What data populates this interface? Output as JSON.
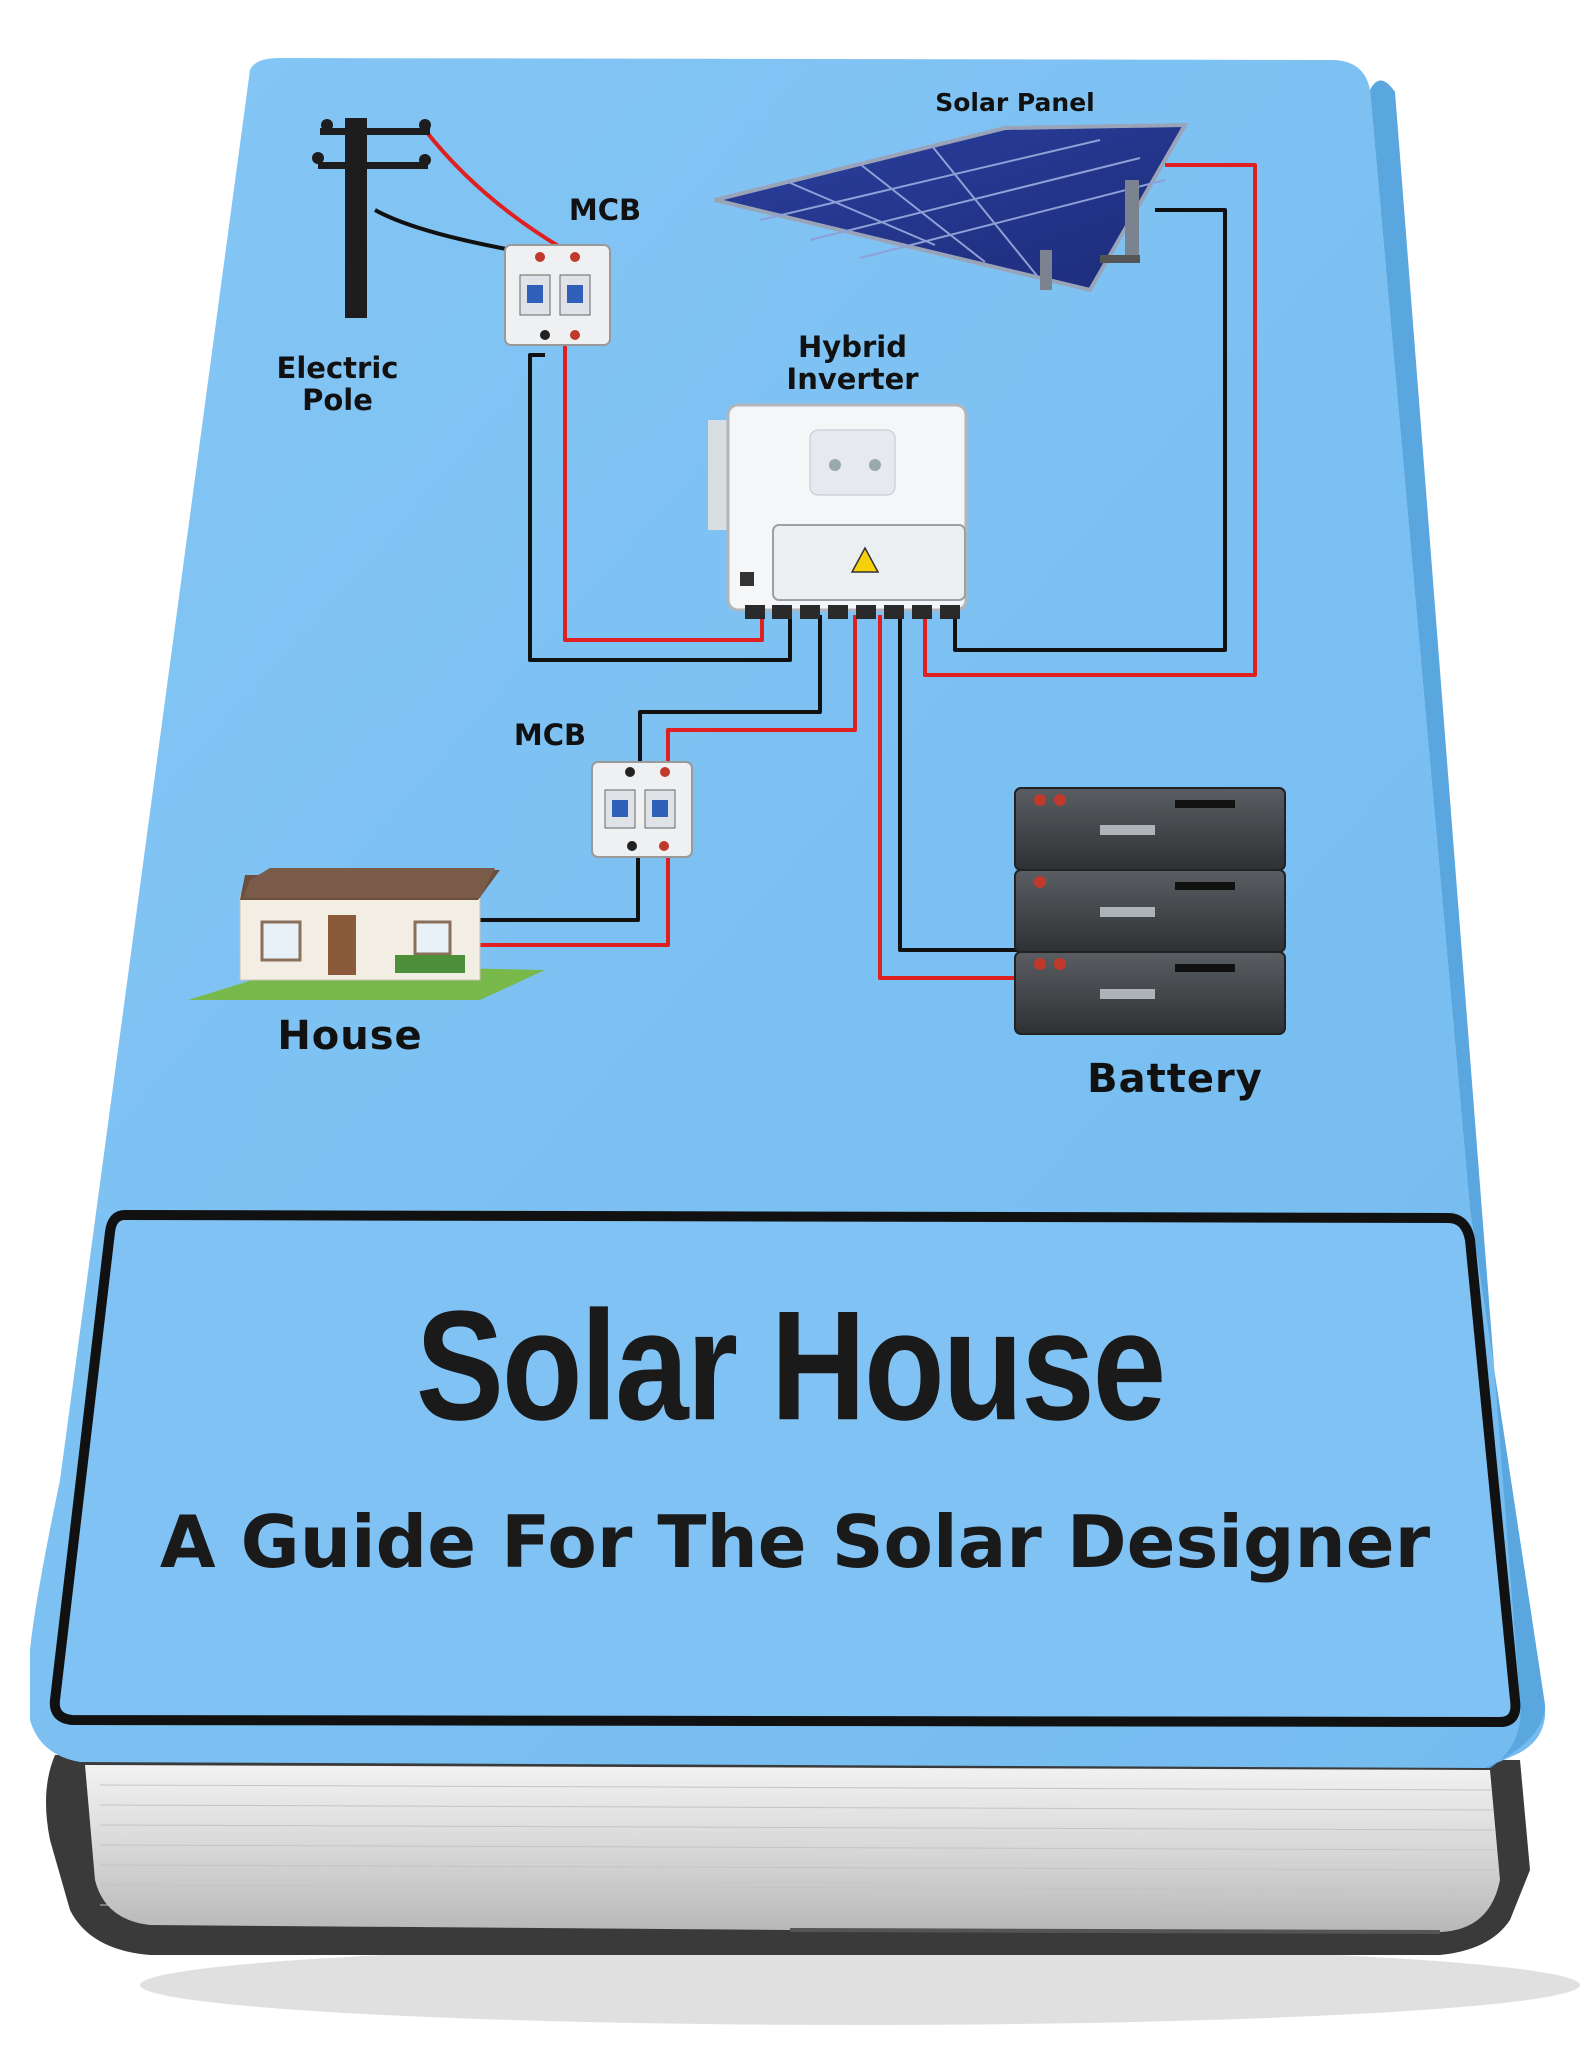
{
  "cover": {
    "title": "Solar House",
    "subtitle": "A Guide For The Solar Designer"
  },
  "diagram": {
    "labels": {
      "solar_panel": "Solar Panel",
      "mcb_top": "MCB",
      "electric_pole_line1": "Electric",
      "electric_pole_line2": "Pole",
      "hybrid_inverter_line1": "Hybrid",
      "hybrid_inverter_line2": "Inverter",
      "mcb_bottom": "MCB",
      "house": "House",
      "battery": "Battery"
    },
    "wire_colors": {
      "positive": "#e02020",
      "negative": "#111111"
    }
  },
  "colors": {
    "cover": "#7cc0f2",
    "cover_edge": "#5aa6df",
    "pages": "#d9d9d9",
    "spine_dark": "#2c2c2c",
    "title_text": "#1a1a1a"
  }
}
